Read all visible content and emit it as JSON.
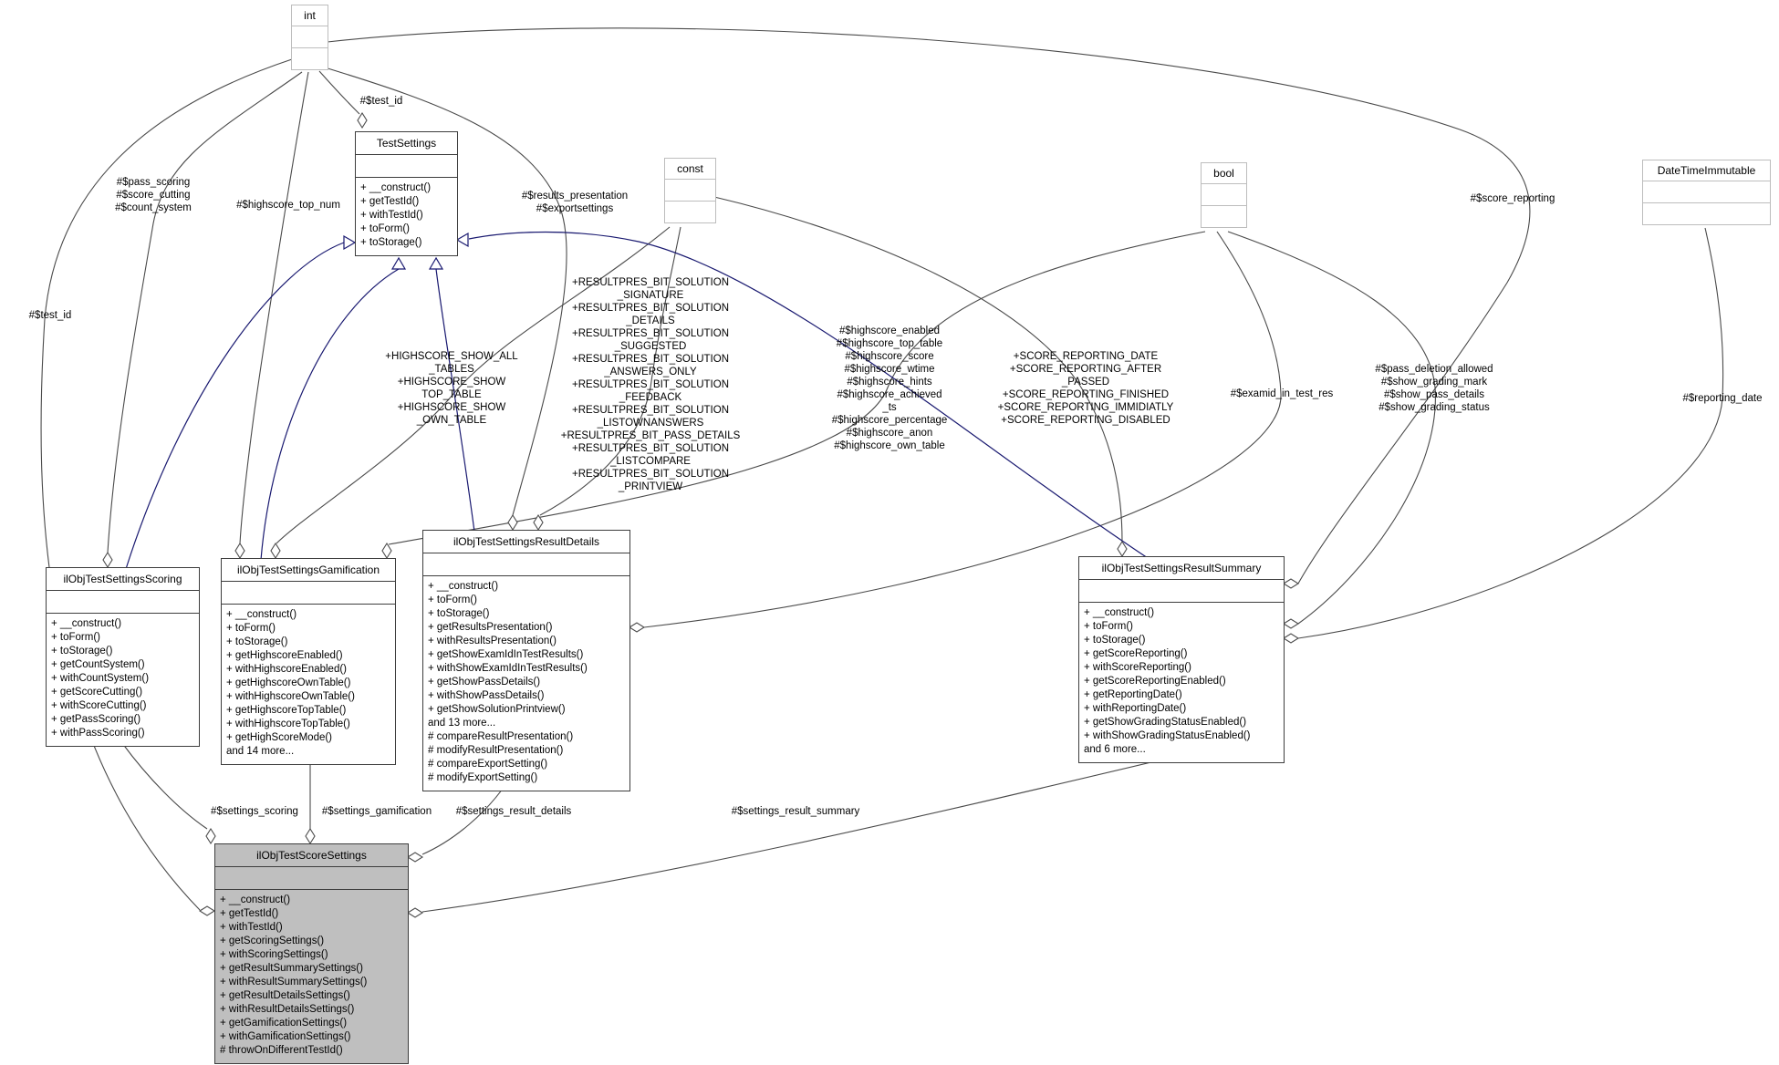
{
  "diagram": {
    "type_boxes": {
      "int": {
        "title": "int"
      },
      "const": {
        "title": "const"
      },
      "bool": {
        "title": "bool"
      },
      "datetimeimmutable": {
        "title": "DateTimeImmutable"
      }
    },
    "classes": {
      "test_settings": {
        "title": "TestSettings",
        "methods": [
          "+ __construct()",
          "+ getTestId()",
          "+ withTestId()",
          "+ toForm()",
          "+ toStorage()"
        ]
      },
      "scoring": {
        "title": "ilObjTestSettingsScoring",
        "methods": [
          "+ __construct()",
          "+ toForm()",
          "+ toStorage()",
          "+ getCountSystem()",
          "+ withCountSystem()",
          "+ getScoreCutting()",
          "+ withScoreCutting()",
          "+ getPassScoring()",
          "+ withPassScoring()"
        ]
      },
      "gamification": {
        "title": "ilObjTestSettingsGamification",
        "methods": [
          "+ __construct()",
          "+ toForm()",
          "+ toStorage()",
          "+ getHighscoreEnabled()",
          "+ withHighscoreEnabled()",
          "+ getHighscoreOwnTable()",
          "+ withHighscoreOwnTable()",
          "+ getHighscoreTopTable()",
          "+ withHighscoreTopTable()",
          "+ getHighScoreMode()",
          "and 14 more..."
        ]
      },
      "result_details": {
        "title": "ilObjTestSettingsResultDetails",
        "methods": [
          "+ __construct()",
          "+ toForm()",
          "+ toStorage()",
          "+ getResultsPresentation()",
          "+ withResultsPresentation()",
          "+ getShowExamIdInTestResults()",
          "+ withShowExamIdInTestResults()",
          "+ getShowPassDetails()",
          "+ withShowPassDetails()",
          "+ getShowSolutionPrintview()",
          "and 13 more...",
          "# compareResultPresentation()",
          "# modifyResultPresentation()",
          "# compareExportSetting()",
          "# modifyExportSetting()"
        ]
      },
      "result_summary": {
        "title": "ilObjTestSettingsResultSummary",
        "methods": [
          "+ __construct()",
          "+ toForm()",
          "+ toStorage()",
          "+ getScoreReporting()",
          "+ withScoreReporting()",
          "+ getScoreReportingEnabled()",
          "+ getReportingDate()",
          "+ withReportingDate()",
          "+ getShowGradingStatusEnabled()",
          "+ withShowGradingStatusEnabled()",
          "and 6 more..."
        ]
      },
      "score_settings": {
        "title": "ilObjTestScoreSettings",
        "methods": [
          "+ __construct()",
          "+ getTestId()",
          "+ withTestId()",
          "+ getScoringSettings()",
          "+ withScoringSettings()",
          "+ getResultSummarySettings()",
          "+ withResultSummarySettings()",
          "+ getResultDetailsSettings()",
          "+ withResultDetailsSettings()",
          "+ getGamificationSettings()",
          "+ withGamificationSettings()",
          "# throwOnDifferentTestId()"
        ]
      }
    },
    "edge_labels": {
      "test_id_top": "#$test_id",
      "pass_scoring_group": "#$pass_scoring\n#$score_cutting\n#$count_system",
      "highscore_top_num": "#$highscore_top_num",
      "results_presentation_group": "#$results_presentation\n#$exportsettings",
      "score_reporting": "#$score_reporting",
      "test_id_left": "#$test_id",
      "highscore_show_consts": "+HIGHSCORE_SHOW_ALL\n_TABLES\n+HIGHSCORE_SHOW\nTOP_TABLE\n+HIGHSCORE_SHOW\n_OWN_TABLE",
      "resultpres_consts": "+RESULTPRES_BIT_SOLUTION\n_SIGNATURE\n+RESULTPRES_BIT_SOLUTION\n_DETAILS\n+RESULTPRES_BIT_SOLUTION\n_SUGGESTED\n+RESULTPRES_BIT_SOLUTION\n_ANSWERS_ONLY\n+RESULTPRES_BIT_SOLUTION\n_FEEDBACK\n+RESULTPRES_BIT_SOLUTION\n_LISTOWNANSWERS\n+RESULTPRES_BIT_PASS_DETAILS\n+RESULTPRES_BIT_SOLUTION\n_LISTCOMPARE\n+RESULTPRES_BIT_SOLUTION\n_PRINTVIEW",
      "highscore_attrs": "#$highscore_enabled\n#$highscore_top_table\n#$highscore_score\n#$highscore_wtime\n#$highscore_hints\n#$highscore_achieved\n_ts\n#$highscore_percentage\n#$highscore_anon\n#$highscore_own_table",
      "score_reporting_consts": "+SCORE_REPORTING_DATE\n+SCORE_REPORTING_AFTER\n_PASSED\n+SCORE_REPORTING_FINISHED\n+SCORE_REPORTING_IMMIDIATLY\n+SCORE_REPORTING_DISABLED",
      "examid_in_test_res": "#$examid_in_test_res",
      "summary_bool_attrs": "#$pass_deletion_allowed\n#$show_grading_mark\n#$show_pass_details\n#$show_grading_status",
      "reporting_date": "#$reporting_date",
      "settings_scoring": "#$settings_scoring",
      "settings_gamification": "#$settings_gamification",
      "settings_result_details": "#$settings_result_details",
      "settings_result_summary": "#$settings_result_summary"
    }
  }
}
